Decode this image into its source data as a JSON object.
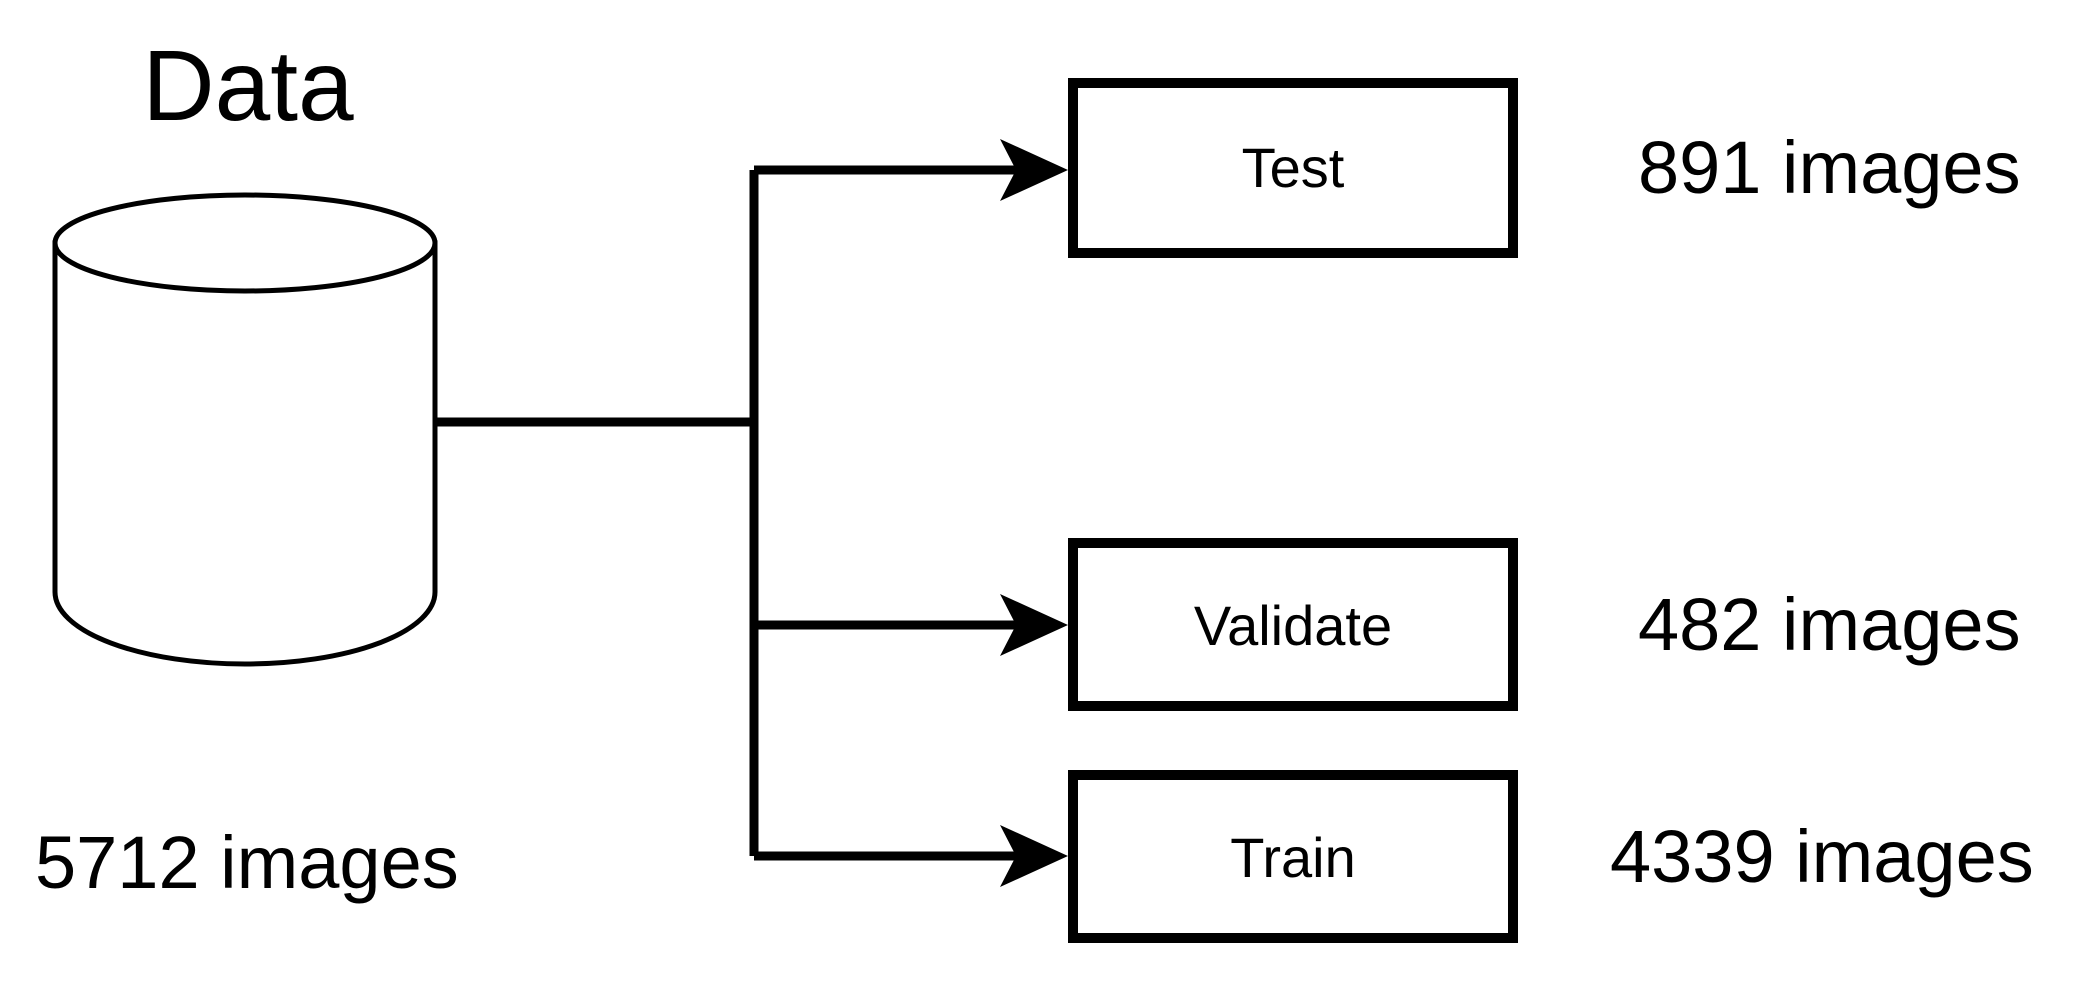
{
  "diagram": {
    "title": "Data",
    "source": {
      "name": "Data",
      "shape": "cylinder-icon",
      "count_label": "5712 images"
    },
    "splits": [
      {
        "id": "test",
        "label": "Test",
        "count_label": "891 images"
      },
      {
        "id": "validate",
        "label": "Validate",
        "count_label": "482 images"
      },
      {
        "id": "train",
        "label": "Train",
        "count_label": "4339 images"
      }
    ],
    "colors": {
      "stroke": "#000000",
      "fill": "#ffffff",
      "background": "#ffffff"
    }
  }
}
